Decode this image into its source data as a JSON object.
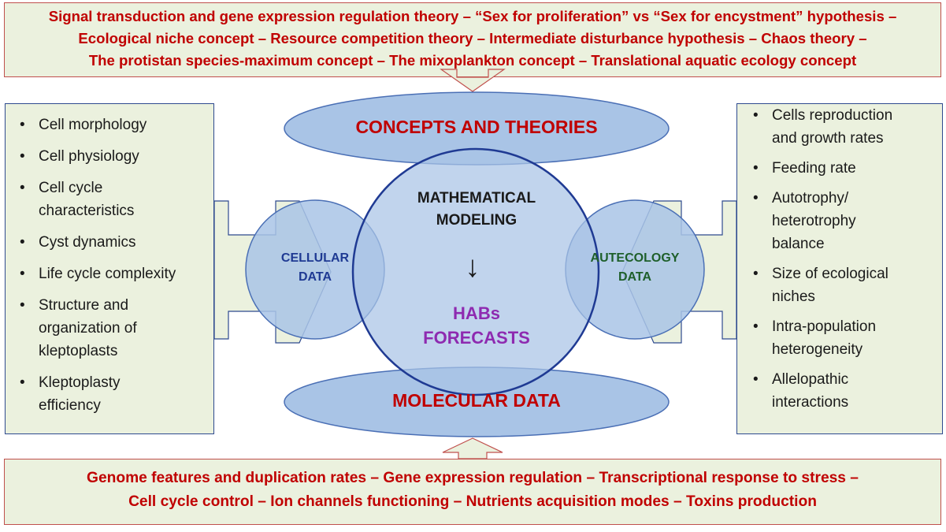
{
  "top_box": {
    "lines": [
      "Signal transduction and gene expression regulation theory – “Sex for proliferation” vs “Sex for encystment” hypothesis –",
      "Ecological niche concept – Resource competition theory – Intermediate disturbance hypothesis – Chaos theory –",
      "The protistan species-maximum concept – The mixoplankton concept – Translational aquatic ecology concept"
    ]
  },
  "bottom_box": {
    "lines": [
      "Genome features and duplication rates – Gene expression regulation – Transcriptional response to stress –",
      "Cell cycle control – Ion channels functioning – Nutrients acquisition modes – Toxins production"
    ]
  },
  "left_box": {
    "items": [
      [
        "Cell morphology"
      ],
      [
        "Cell physiology"
      ],
      [
        "Cell cycle",
        "characteristics"
      ],
      [
        "Cyst dynamics"
      ],
      [
        "Life cycle complexity"
      ],
      [
        "Structure and",
        "organization of",
        "kleptoplasts"
      ],
      [
        "Kleptoplasty",
        "efficiency"
      ]
    ]
  },
  "right_box": {
    "items": [
      [
        "Cells reproduction",
        "and growth rates"
      ],
      [
        "Feeding rate"
      ],
      [
        "Autotrophy/",
        "heterotrophy",
        "balance"
      ],
      [
        "Size of ecological",
        "niches"
      ],
      [
        "Intra-population",
        "heterogeneity"
      ],
      [
        "Allelopathic",
        "interactions"
      ]
    ]
  },
  "center": {
    "concepts": "CONCEPTS AND THEORIES",
    "modeling_line1": "MATHEMATICAL",
    "modeling_line2": "MODELING",
    "arrow": "↓",
    "forecast_line1": "HABs",
    "forecast_line2": "FORECASTS",
    "cellular_line1": "CELLULAR",
    "cellular_line2": "DATA",
    "autecology_line1": "AUTECOLOGY",
    "autecology_line2": "DATA",
    "molecular": "MOLECULAR DATA"
  },
  "colors": {
    "red": "#c00000",
    "navy": "#1f3a93",
    "dark_green": "#1e5f2a",
    "purple": "#8e2ab0",
    "fill_blue": "#a9c4e6",
    "box_green": "#ebf1de"
  }
}
